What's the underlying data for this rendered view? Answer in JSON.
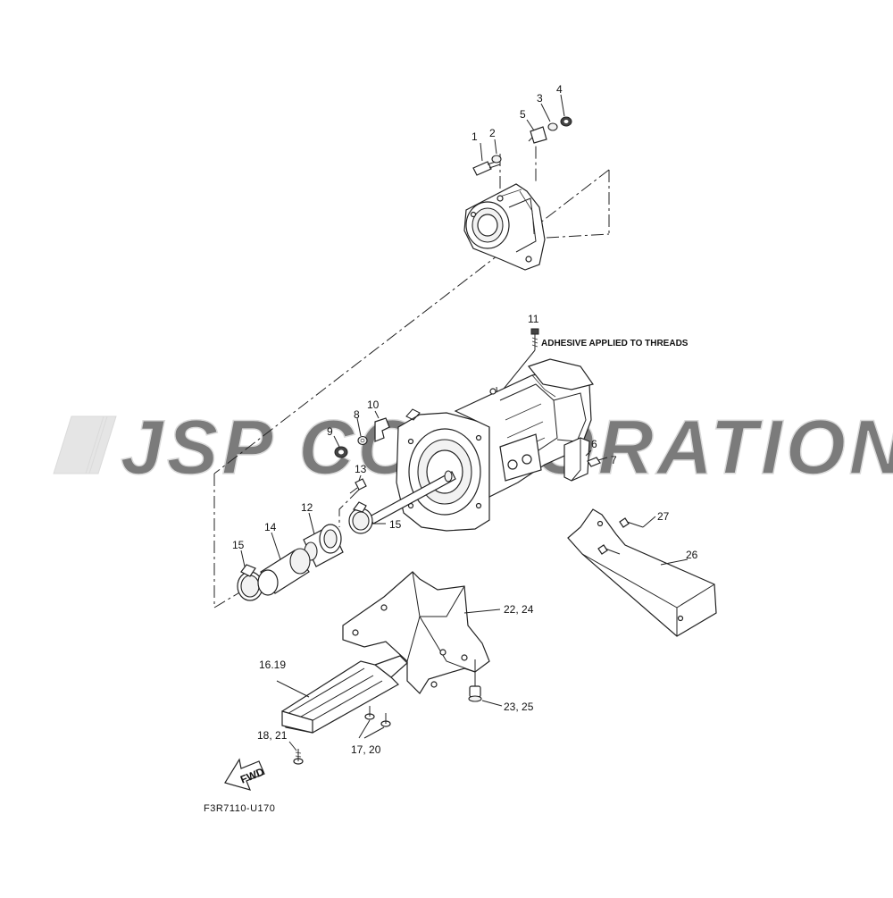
{
  "diagram": {
    "watermark": "JSP CORPORATION",
    "watermark_color": "#cccccc",
    "callouts": {
      "c1": "1",
      "c2": "2",
      "c3": "3",
      "c4": "4",
      "c5": "5",
      "c6": "6",
      "c7": "7",
      "c8": "8",
      "c9": "9",
      "c10": "10",
      "c11": "11",
      "c12": "12",
      "c13": "13",
      "c14": "14",
      "c15a": "15",
      "c15b": "15",
      "c16": "16.19",
      "c18": "18, 21",
      "c17": "17, 20",
      "c22": "22, 24",
      "c23": "23, 25",
      "c26": "26",
      "c27": "27"
    },
    "note": "ADHESIVE APPLIED TO THREADS",
    "fwd_label": "FWD",
    "figure_code": "F3R7110-U170"
  }
}
